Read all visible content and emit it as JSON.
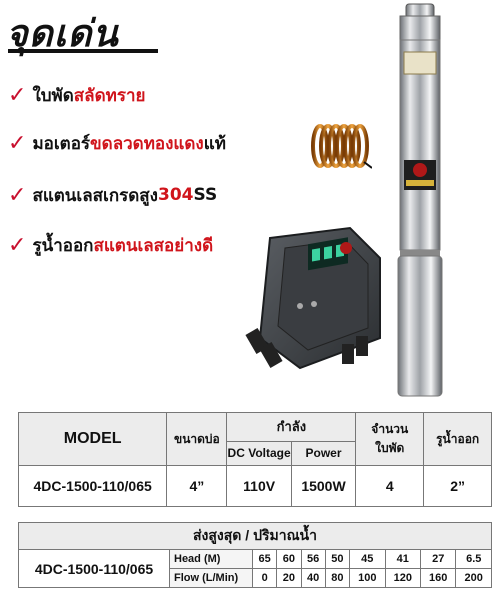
{
  "headline": "จุดเด่น",
  "features": [
    {
      "check": "✓",
      "parts": [
        {
          "text": "ใบพัด",
          "red": false
        },
        {
          "text": "สลัดทราย",
          "red": true
        }
      ]
    },
    {
      "check": "✓",
      "parts": [
        {
          "text": "มอเตอร์ ",
          "red": false
        },
        {
          "text": "ขดลวดทองแดง",
          "red": true
        },
        {
          "text": "แท้",
          "red": false
        }
      ]
    },
    {
      "check": "✓",
      "parts": [
        {
          "text": "สแตนเลสเกรดสูง ",
          "red": false
        },
        {
          "text": "304",
          "red": true
        },
        {
          "text": " SS",
          "red": false
        }
      ]
    },
    {
      "check": "✓",
      "parts": [
        {
          "text": "รูน้ำออก",
          "red": false
        },
        {
          "text": "สแตนเลสอย่างดี",
          "red": true
        }
      ]
    }
  ],
  "spec_table": {
    "headers": {
      "model": "MODEL",
      "bore": "ขนาดบ่อ",
      "power_group": "กำลัง",
      "dc_voltage": "DC Voltage",
      "power": "Power",
      "impellers": "จำนวน ใบพัด",
      "outlet": "รูน้ำออก"
    },
    "row": {
      "model": "4DC-1500-110/065",
      "bore": "4”",
      "dc_voltage": "110V",
      "power": "1500W",
      "impellers": "4",
      "outlet": "2”"
    }
  },
  "perf_table": {
    "header": "ส่งสูงสุด / ปริมาณน้ำ",
    "model": "4DC-1500-110/065",
    "head_label": "Head (M)",
    "flow_label": "Flow (L/Min)",
    "head": [
      "65",
      "60",
      "56",
      "50",
      "45",
      "41",
      "27",
      "6.5"
    ],
    "flow": [
      "0",
      "20",
      "40",
      "80",
      "100",
      "120",
      "160",
      "200"
    ]
  },
  "colors": {
    "accent_red": "#d0141b",
    "header_gray": "#ececec"
  },
  "icons": [
    "check-icon",
    "copper-coil-image",
    "submersible-pump-image",
    "solar-controller-image"
  ]
}
